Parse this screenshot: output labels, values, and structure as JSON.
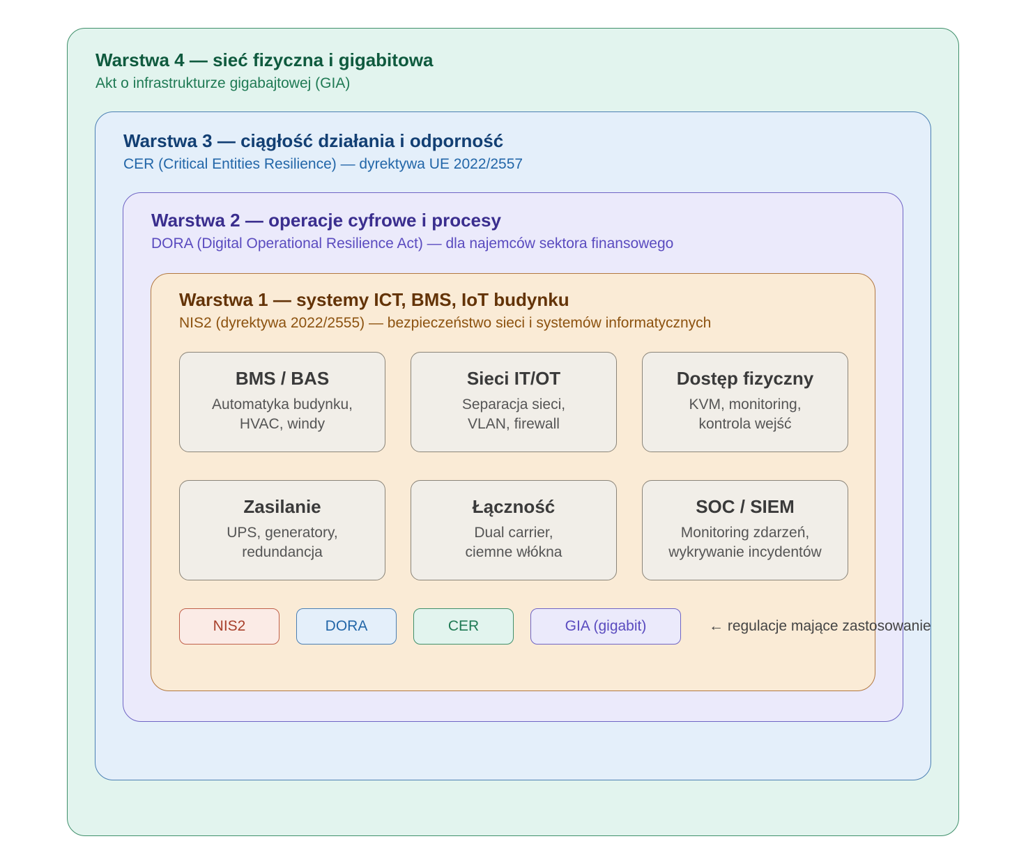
{
  "layers": {
    "layer4": {
      "title": "Warstwa 4 — sieć fizyczna i gigabitowa",
      "subtitle": "Akt o infrastrukturze gigabajtowej (GIA)"
    },
    "layer3": {
      "title": "Warstwa 3 — ciągłość działania i odporność",
      "subtitle": "CER (Critical Entities Resilience) — dyrektywa UE 2022/2557"
    },
    "layer2": {
      "title": "Warstwa 2 — operacje cyfrowe i procesy",
      "subtitle": "DORA (Digital Operational Resilience Act) — dla najemców sektora finansowego"
    },
    "layer1": {
      "title": "Warstwa 1 — systemy ICT, BMS, IoT budynku",
      "subtitle": "NIS2 (dyrektywa 2022/2555) — bezpieczeństwo sieci i systemów informatycznych"
    }
  },
  "cards": [
    {
      "title": "BMS / BAS",
      "line1": "Automatyka budynku,",
      "line2": "HVAC, windy"
    },
    {
      "title": "Sieci IT/OT",
      "line1": "Separacja sieci,",
      "line2": "VLAN, firewall"
    },
    {
      "title": "Dostęp fizyczny",
      "line1": "KVM, monitoring,",
      "line2": "kontrola wejść"
    },
    {
      "title": "Zasilanie",
      "line1": "UPS, generatory,",
      "line2": "redundancja"
    },
    {
      "title": "Łączność",
      "line1": "Dual carrier,",
      "line2": "ciemne włókna"
    },
    {
      "title": "SOC / SIEM",
      "line1": "Monitoring zdarzeń,",
      "line2": "wykrywanie incydentów"
    }
  ],
  "regulations": [
    {
      "label": "NIS2",
      "color": "#a8402b"
    },
    {
      "label": "DORA",
      "color": "#2266a8"
    },
    {
      "label": "CER",
      "color": "#1f7a54"
    },
    {
      "label": "GIA (gigabit)",
      "color": "#5a4bbf"
    }
  ],
  "legend_note": "← regulacje mające zastosowanie"
}
